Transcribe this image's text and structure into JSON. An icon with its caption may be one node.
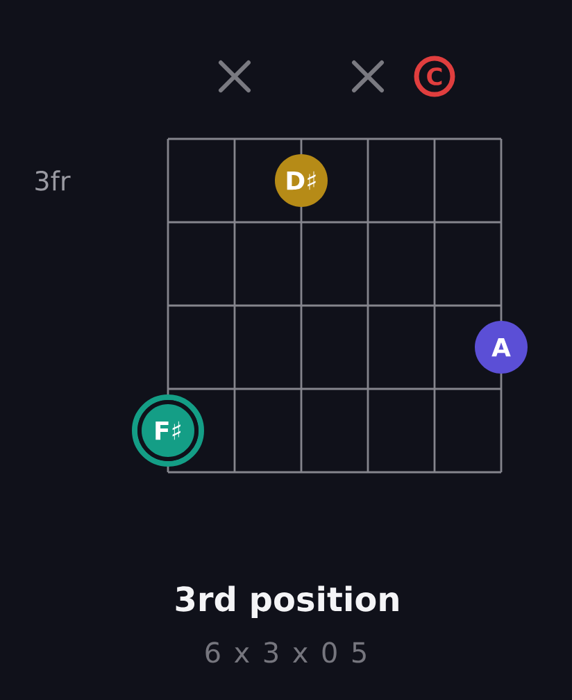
{
  "diagram": {
    "title": "3rd position",
    "caption": "6 x 3 x 0 5",
    "nodes": [
      {
        "text": [
          "C"
        ]
      },
      {
        "text": [
          "D♯"
        ]
      },
      {
        "text": [
          "A"
        ]
      },
      {
        "text": [
          "F♯"
        ]
      }
    ],
    "edges": [],
    "labels": [
      "3fr"
    ]
  }
}
